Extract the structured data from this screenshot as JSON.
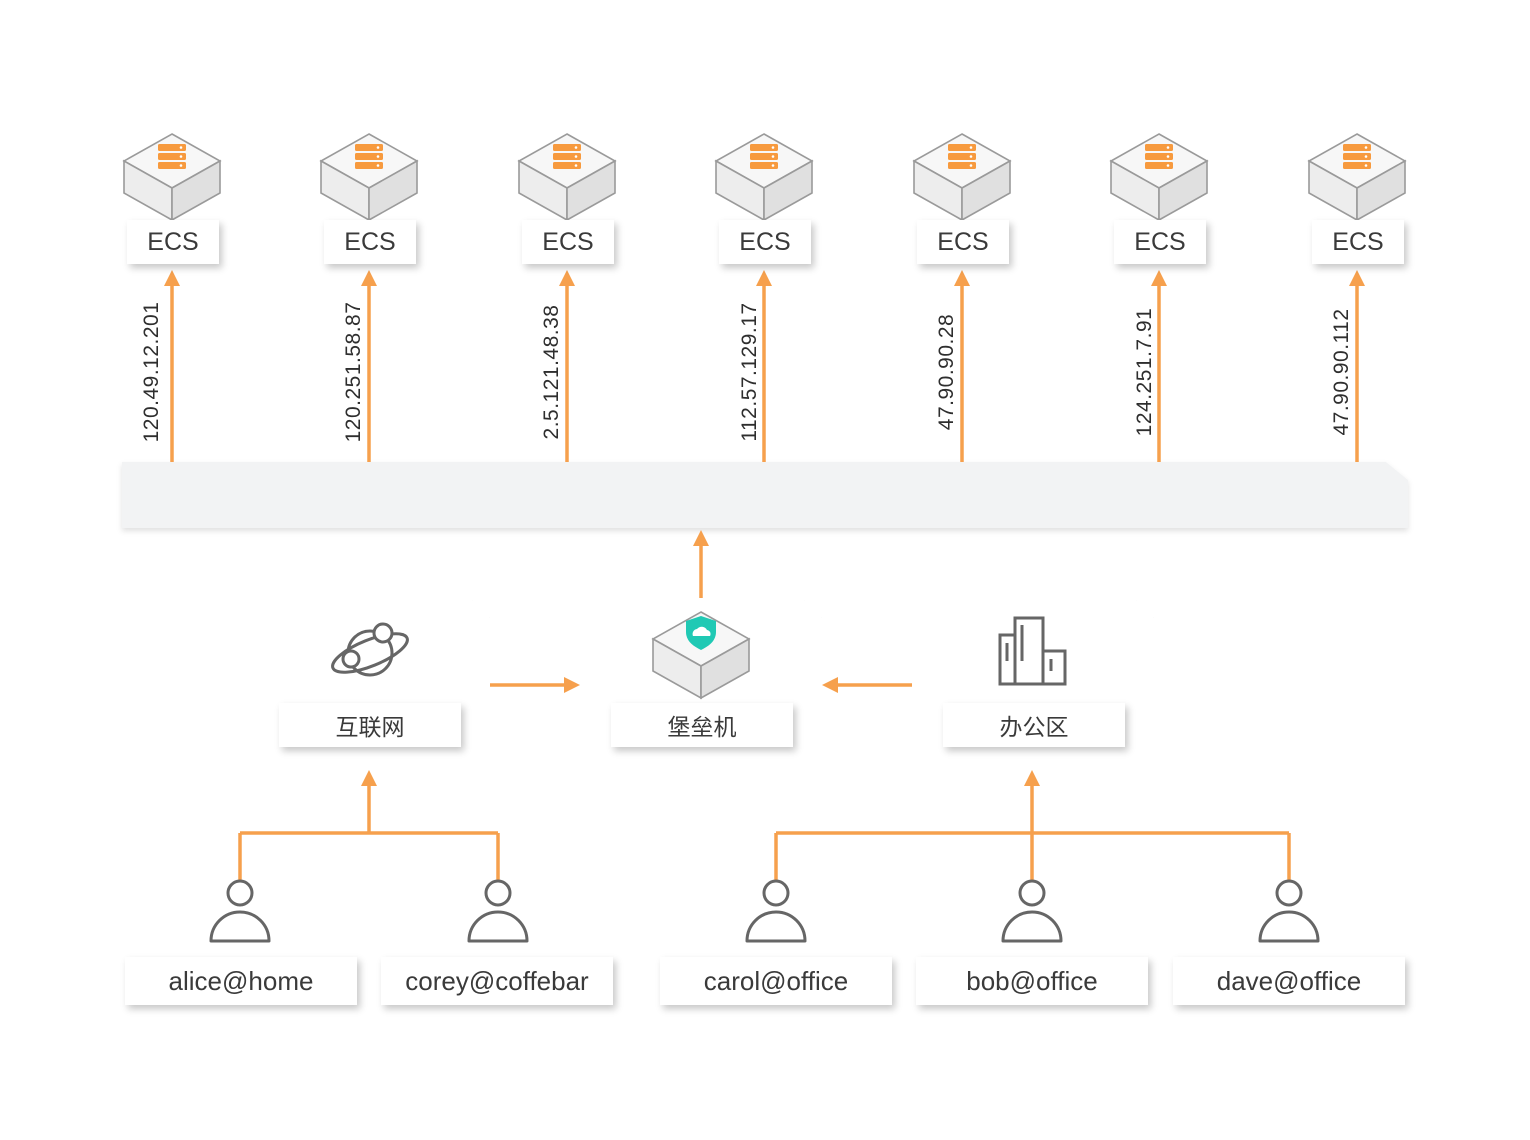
{
  "colors": {
    "arrow": "#F6A04D",
    "server_orange": "#F79A3E",
    "cube_top": "#F7F7F7",
    "cube_side": "#E4E4E4",
    "cube_edge": "#9A9A9A",
    "shield": "#20C9B4",
    "icon_gray": "#666666",
    "network_bar": "#F2F3F4"
  },
  "servers": [
    {
      "label": "ECS",
      "ip": "120.49.12.201"
    },
    {
      "label": "ECS",
      "ip": "120.251.58.87"
    },
    {
      "label": "ECS",
      "ip": "2.5.121.48.38"
    },
    {
      "label": "ECS",
      "ip": "112.57.129.17"
    },
    {
      "label": "ECS",
      "ip": "47.90.90.28"
    },
    {
      "label": "ECS",
      "ip": "124.251.7.91"
    },
    {
      "label": "ECS",
      "ip": "47.90.90.112"
    }
  ],
  "nodes": {
    "internet": {
      "label": "互联网",
      "icon": "globe-icon"
    },
    "bastion": {
      "label": "堡垒机",
      "icon": "shield-cloud-icon"
    },
    "office": {
      "label": "办公区",
      "icon": "building-icon"
    }
  },
  "users": [
    {
      "label": "alice@home",
      "icon": "user-icon"
    },
    {
      "label": "corey@coffebar",
      "icon": "user-icon"
    },
    {
      "label": "carol@office",
      "icon": "user-icon"
    },
    {
      "label": "bob@office",
      "icon": "user-icon"
    },
    {
      "label": "dave@office",
      "icon": "user-icon"
    }
  ]
}
